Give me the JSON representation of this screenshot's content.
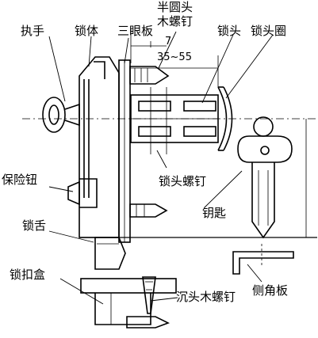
{
  "labels": {
    "handle": "执手",
    "lock_body": "锁体",
    "three_hole_plate": "三眼板",
    "round_head_wood_screw_line1": "半圆头",
    "round_head_wood_screw_line2": "木螺钉",
    "lock_head": "锁头",
    "lock_ring": "锁头圈",
    "safety_button": "保险钮",
    "lock_tongue": "锁舌",
    "lock_screw": "锁头螺钉",
    "key": "钥匙",
    "strike_box": "锁扣盒",
    "side_plate": "侧角板",
    "countersunk_wood_screw": "沉头木螺钉"
  },
  "dimensions": {
    "dim_7": "7",
    "dim_35_55": "35~55"
  },
  "colors": {
    "ink": "#000000",
    "background": "#ffffff"
  }
}
